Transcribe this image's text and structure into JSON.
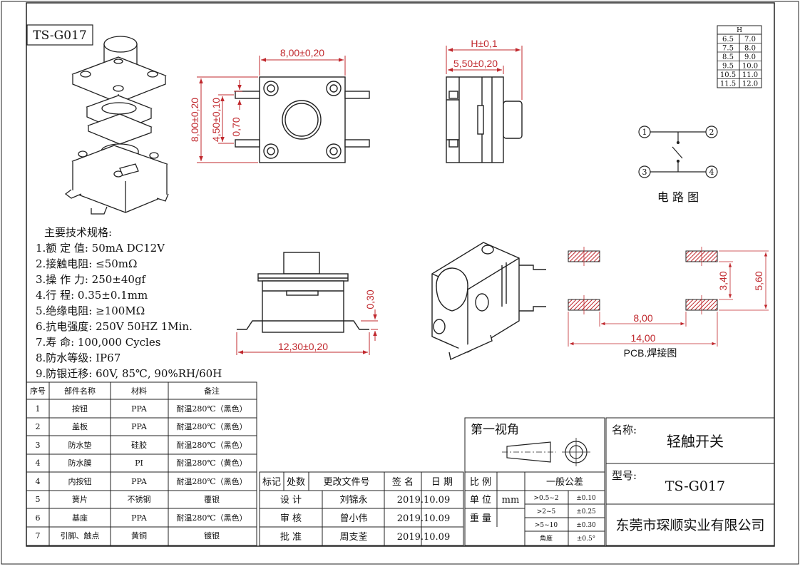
{
  "model_code": "TS-G017",
  "drawing_dims": {
    "top_width": "8,00±0,20",
    "top_height": "8,00±0,20",
    "pin_pitch": "4,50±0,10",
    "pin_width": "0,70",
    "side_height": "H±0,1",
    "side_base": "5,50±0,20",
    "front_width": "12,30±0,20",
    "front_lead": "0,30",
    "pcb_span": "8,00",
    "pcb_total": "14,00",
    "pcb_inner": "3,40",
    "pcb_outer": "5,60"
  },
  "h_table": {
    "header": "H",
    "rows": [
      [
        "6.5",
        "7.0"
      ],
      [
        "7.5",
        "8.0"
      ],
      [
        "8.5",
        "9.0"
      ],
      [
        "9.5",
        "10.0"
      ],
      [
        "10.5",
        "11.0"
      ],
      [
        "11.5",
        "12.0"
      ]
    ]
  },
  "circuit": {
    "title": "电 路 图",
    "pins": [
      "1",
      "2",
      "3",
      "4"
    ]
  },
  "pcb_caption": "PCB.焊接图",
  "specs": {
    "title": "主要技术规格:",
    "items": [
      "1.额 定 值: 50mA DC12V",
      "2.接触电阻: ≤50mΩ",
      "3.操 作 力: 250±40gf",
      "4.行    程: 0.35±0.1mm",
      "5.绝缘电阻: ≥100MΩ",
      "6.抗电强度: 250V 50HZ 1Min.",
      "7.寿    命: 100,000 Cycles",
      "8.防水等级: IP67",
      "9.防银迁移: 60V, 85℃, 90%RH/60H"
    ]
  },
  "parts_table": {
    "headers": [
      "序号",
      "部件名称",
      "材料",
      "备注"
    ],
    "rows": [
      [
        "1",
        "按钮",
        "PPA",
        "耐温280℃（黑色）"
      ],
      [
        "2",
        "盖板",
        "PPA",
        "耐温280℃（黑色）"
      ],
      [
        "3",
        "防水垫",
        "硅胶",
        "耐温280℃（黑色）"
      ],
      [
        "4",
        "防水膜",
        "PI",
        "耐温280℃（黄色）"
      ],
      [
        "4",
        "内按钮",
        "PPA",
        "耐温280℃（黑色）"
      ],
      [
        "5",
        "簧片",
        "不锈钢",
        "覆银"
      ],
      [
        "6",
        "基座",
        "PPA",
        "耐温280℃（黑色）"
      ],
      [
        "7",
        "引脚、触点",
        "黄铜",
        "镀银"
      ]
    ]
  },
  "title_block": {
    "revision_headers": [
      "标记",
      "处数",
      "更改文件号",
      "签 名",
      "日 期"
    ],
    "sign_rows": [
      [
        "设 计",
        "刘锦永",
        "2019.10.09"
      ],
      [
        "审 核",
        "曾小伟",
        "2019.10.09"
      ],
      [
        "批 准",
        "周支荃",
        "2019.10.09"
      ]
    ],
    "projection_label": "第一视角",
    "scale_label": "比 例",
    "unit_label": "单 位",
    "unit_value": "mm",
    "weight_label": "重 量",
    "tolerance_title": "一般公差",
    "tolerances": [
      [
        ">0.5~2",
        "±0.10"
      ],
      [
        ">2~5",
        "±0.25"
      ],
      [
        ">5~10",
        "±0.30"
      ],
      [
        "角度",
        "±0.5°"
      ]
    ],
    "name_label": "名称:",
    "name_value": "轻触开关",
    "model_label": "型号:",
    "model_value": "TS-G017",
    "company": "东莞市琛顺实业有限公司"
  }
}
